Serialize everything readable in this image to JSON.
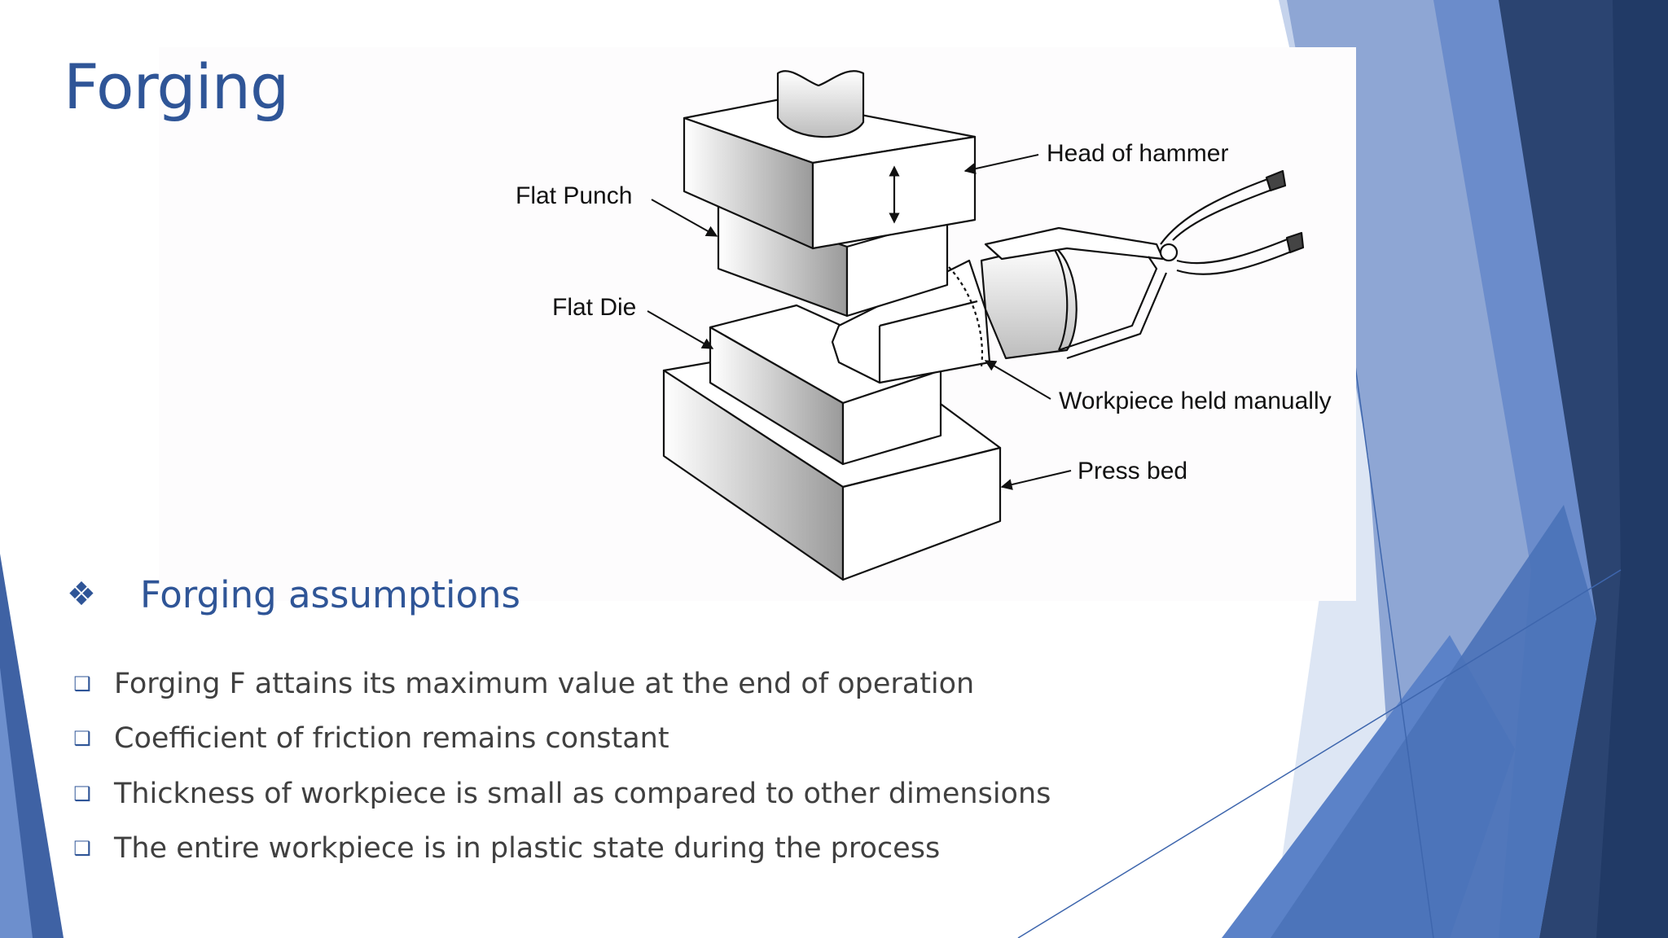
{
  "slide": {
    "title": "Forging",
    "section_heading": "Forging assumptions",
    "section_bullet_icon": "diamond-bullet-icon",
    "item_bullet_icon": "square-bullet-icon",
    "bullets": [
      "Forging F attains its maximum value at the end of operation",
      "Coefficient of friction remains constant",
      "Thickness of workpiece is small as compared to other dimensions",
      "The entire workpiece is in plastic state during the process"
    ]
  },
  "figure": {
    "labels": {
      "head_of_hammer": "Head of hammer",
      "flat_punch": "Flat Punch",
      "flat_die": "Flat Die",
      "workpiece": "Workpiece held manually",
      "press_bed": "Press bed"
    }
  },
  "colors": {
    "title": "#2f5597",
    "body_text": "#404040",
    "deco_dark": "#2b4471",
    "deco_mid": "#4a72b8",
    "deco_light": "#8fa9d6"
  }
}
